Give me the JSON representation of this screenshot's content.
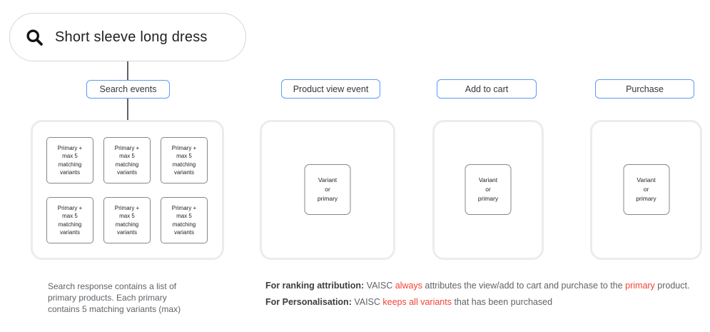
{
  "colors": {
    "accent_blue": "#5b9bf8",
    "alert_red": "#f14336",
    "text_dark": "#3a3d40",
    "text_gray": "#5f6368",
    "container_border": "#ececec",
    "card_border": "#83888d"
  },
  "search_bar": {
    "icon": "search-icon",
    "query": "Short sleeve long dress"
  },
  "events": [
    {
      "label": "Search events",
      "card_text": "Primary +\nmax 5\nmatching\nvariants",
      "card_count": 6
    },
    {
      "label": "Product view event",
      "card_text": "Variant\nor\nprimary",
      "card_count": 1
    },
    {
      "label": "Add to cart",
      "card_text": "Variant\nor\nprimary",
      "card_count": 1
    },
    {
      "label": "Purchase",
      "card_text": "Variant\nor\nprimary",
      "card_count": 1
    }
  ],
  "footnotes": {
    "search_note": "Search response contains a list of\nprimary products. Each primary\ncontains 5 matching variants (max)",
    "ranking": {
      "label": "For ranking attribution:",
      "t1": " VAISC ",
      "red1": "always",
      "t2": " attributes the view/add to cart and purchase to the ",
      "red2": "primary",
      "t3": " product."
    },
    "personalisation": {
      "label": "For Personalisation:",
      "t1": " VAISC ",
      "red1": "keeps all variants",
      "t2": " that has been purchased"
    }
  }
}
